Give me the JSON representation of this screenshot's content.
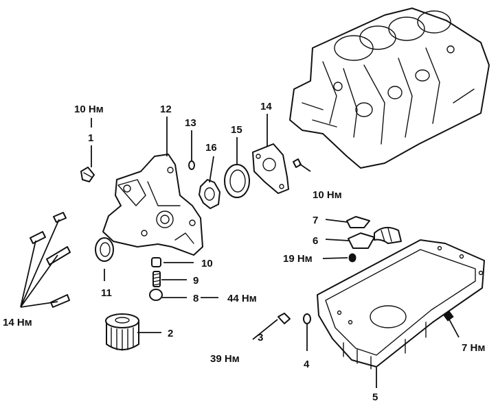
{
  "diagram": {
    "callouts": [
      {
        "id": "c1",
        "num": "1",
        "torque": "10 Нм"
      },
      {
        "id": "c2",
        "num": "2"
      },
      {
        "id": "c3",
        "num": "3",
        "torque": "39 Нм"
      },
      {
        "id": "c4",
        "num": "4"
      },
      {
        "id": "c5",
        "num": "5"
      },
      {
        "id": "c6",
        "num": "6"
      },
      {
        "id": "c7a",
        "num": "7"
      },
      {
        "id": "c7b",
        "torque": "7 Нм"
      },
      {
        "id": "c8",
        "num": "8",
        "torque": "44 Нм"
      },
      {
        "id": "c9",
        "num": "9"
      },
      {
        "id": "c10",
        "num": "10"
      },
      {
        "id": "c11",
        "num": "11"
      },
      {
        "id": "c12",
        "num": "12"
      },
      {
        "id": "c13",
        "num": "13"
      },
      {
        "id": "c14",
        "num": "14"
      },
      {
        "id": "c14b",
        "torque": "10 Нм"
      },
      {
        "id": "c15",
        "num": "15"
      },
      {
        "id": "c16",
        "num": "16"
      },
      {
        "id": "c19",
        "num": "19 Нм"
      },
      {
        "id": "c14n",
        "torque": "14 Нм"
      }
    ]
  }
}
